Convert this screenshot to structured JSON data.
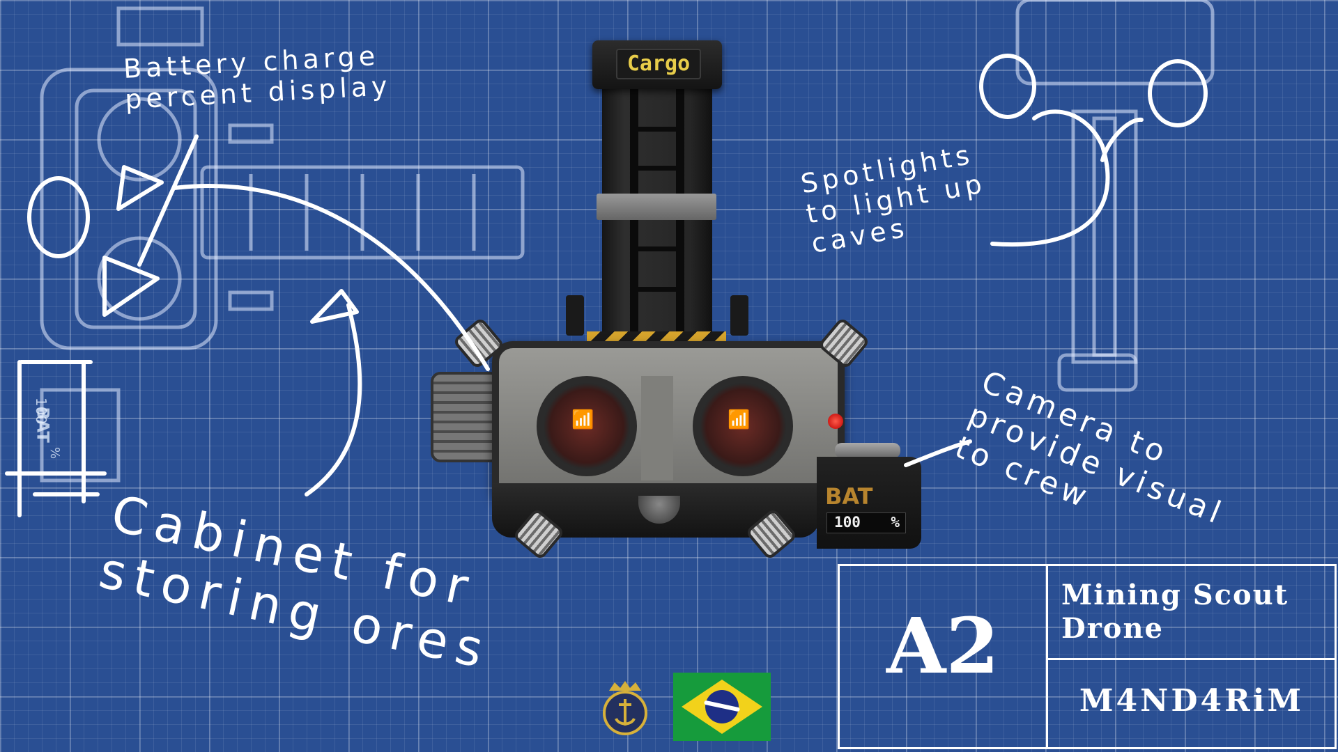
{
  "drone": {
    "cargo_label": "Cargo",
    "battery_label": "BAT",
    "battery_value": "100",
    "battery_unit": "%"
  },
  "annotations": {
    "battery": [
      "Battery charge",
      "percent display"
    ],
    "cabinet": [
      "Cabinet for",
      "storing ores"
    ],
    "spotlights": [
      "Spotlights",
      "to light up",
      "caves"
    ],
    "camera": [
      "Camera to",
      "provide visual",
      "to crew"
    ]
  },
  "blueprint_left": {
    "battery_label": "BAT",
    "battery_value": "100",
    "battery_unit": "%"
  },
  "title_block": {
    "code": "A2",
    "name_line1": "Mining Scout",
    "name_line2": "Drone",
    "author": "M4ND4RiM"
  },
  "icons": {
    "emblem": "navy-emblem-icon",
    "flag": "brazil-flag-icon",
    "window": "wifi-icon"
  },
  "colors": {
    "background": "#2a4f93",
    "cargo_text": "#e8cd4a",
    "battery_label": "#b8852e"
  }
}
